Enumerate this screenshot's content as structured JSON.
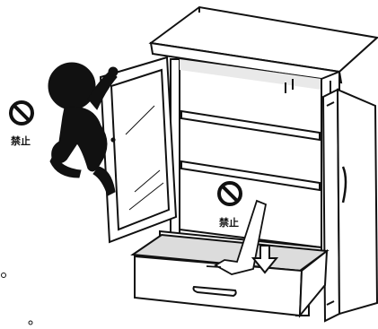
{
  "illustration": {
    "subject": "cabinet-safety-warning",
    "prohibition_labels": {
      "climbing": "禁止",
      "leaning_on_drawer": "禁止"
    },
    "colors": {
      "line": "#111111",
      "fill_light": "#ffffff",
      "fill_shadow": "#cfcfcf",
      "prohibition": "#111111"
    },
    "icons": [
      "prohibition-icon",
      "prohibition-icon",
      "down-arrow-icon",
      "child-silhouette",
      "hand-icon"
    ]
  }
}
